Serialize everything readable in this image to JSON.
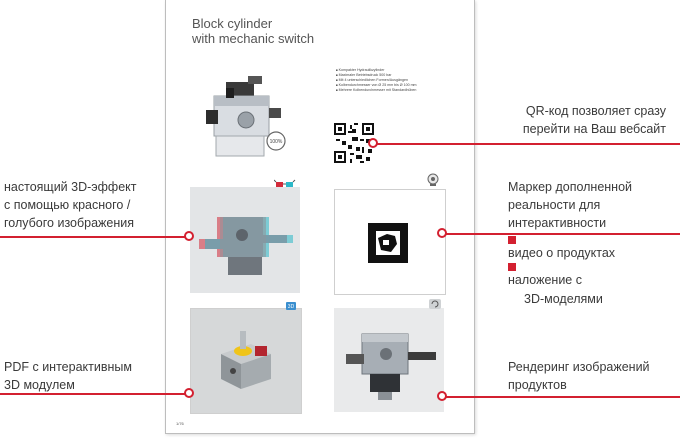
{
  "document": {
    "title_lines": [
      "Block cylinder",
      "with mechanic switch"
    ],
    "bullets": [
      "Kompakter Hydraulikzylinder",
      "Maximaler Betriebsdruck 500 bar",
      "Mit 4 unterschiedlichen Formen/Ausgängen",
      "Kolbendurchmesser von Ø 25 mm bis Ø 100 mm",
      "Mehrere Kolbendurchmesser mit Standardhüben"
    ],
    "page_number": "1/76",
    "badge_text": "100%"
  },
  "callouts": {
    "qr": [
      "QR-код позволяет сразу",
      "перейти на Ваш вебсайт"
    ],
    "anaglyph": [
      "настоящий 3D-эффект",
      "с помощью красного /",
      "голубого изображения"
    ],
    "ar": [
      "Маркер дополненной",
      "реальности для",
      "интерактивности"
    ],
    "ar_items": [
      "видео о продуктах",
      "наложение с",
      "3D-моделями"
    ],
    "pdf3d": [
      "PDF с интерактивным",
      "3D модулем"
    ],
    "render": [
      "Рендеринг изображений",
      "продуктов"
    ]
  },
  "colors": {
    "accent": "#d32030",
    "page_border": "#bdbdbd",
    "text": "#3a3a3a"
  },
  "icons": [
    "3d-glasses-icon",
    "webcam-icon",
    "pdf-3d-icon",
    "rotate-icon"
  ]
}
